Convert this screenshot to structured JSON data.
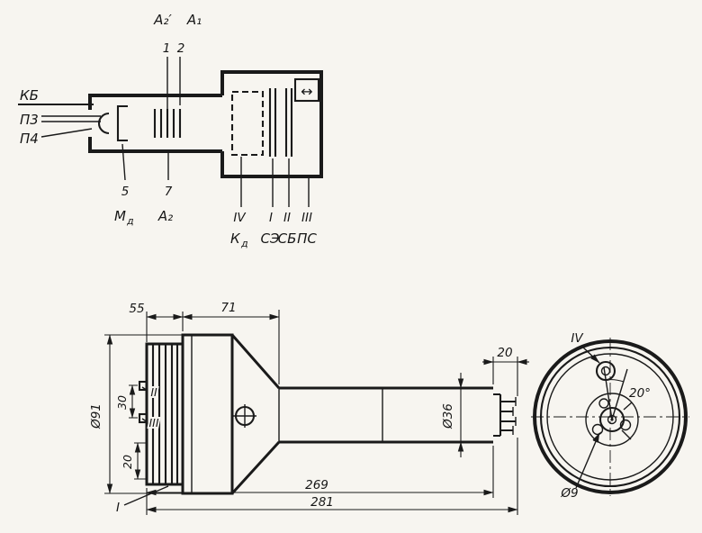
{
  "figure": {
    "background": "#f7f5f0",
    "ink": "#1a1a1a"
  },
  "schematic": {
    "left": {
      "kb": "КБ",
      "p3": "П3",
      "p4": "П4"
    },
    "top": {
      "a2_prime": "А₂′",
      "a1": "А₁",
      "lead1": "1",
      "lead2": "2"
    },
    "bottom": {
      "lead5": "5",
      "md_base": "М",
      "md_sub": "д",
      "lead7": "7",
      "a2": "А₂",
      "iv": "IV",
      "kd_base": "К",
      "kd_sub": "д",
      "i": "I",
      "se": "СЭ",
      "ii": "II",
      "sb": "СБ",
      "iii": "III",
      "ps": "ПС"
    },
    "screen_arrow": "↔"
  },
  "drawing": {
    "dims": {
      "len_cap": "55",
      "len_body": "71",
      "dia_body": "Ø91",
      "contact_span": "30",
      "cap_offset": "20",
      "dia_tube": "Ø36",
      "tip_len": "20",
      "len_to_tip": "269",
      "len_total": "281",
      "dia_pin": "Ø9",
      "pin_angle": "20°"
    },
    "labels": {
      "i": "I",
      "ii": "II",
      "iii": "III",
      "iv": "IV"
    }
  }
}
